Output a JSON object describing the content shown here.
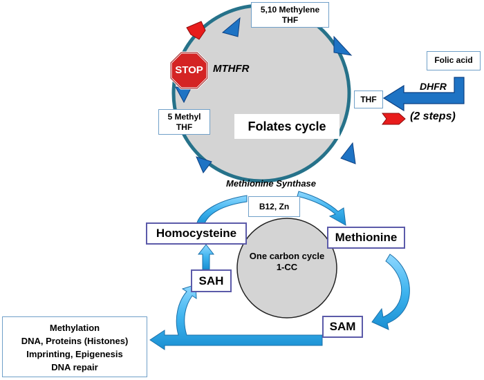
{
  "nodes": {
    "methylene_thf": [
      "5,10 Methylene",
      "THF"
    ],
    "methyl_thf": [
      "5 Methyl",
      "THF"
    ],
    "thf": "THF",
    "folic_acid": "Folic acid",
    "folates_cycle": "Folates cycle",
    "homocysteine": "Homocysteine",
    "methionine": "Methionine",
    "sah": "SAH",
    "sam": "SAM",
    "b12_zn": "B12, Zn",
    "one_carbon_cycle": [
      "One carbon cycle",
      "1-CC"
    ],
    "outputs": [
      "Methylation",
      "DNA, Proteins (Histones)",
      "Imprinting, Epigenesis",
      "DNA repair"
    ]
  },
  "enzymes": {
    "mthfr": "MTHFR",
    "dhfr": "DHFR",
    "two_steps": "(2 steps)",
    "methionine_synthase": "Methionine Synthase"
  },
  "stop_sign": "STOP",
  "colors": {
    "circle_fill": "#d4d4d4",
    "circle_ring": "#26728a",
    "arrow_blue": "#1e73c4",
    "arrow_light": "#3fb4ef",
    "stop_red": "#d42424",
    "flag_red": "#e81c1c",
    "box_border_small": "#6f9fc8",
    "box_border_big": "#5b5aa9"
  }
}
